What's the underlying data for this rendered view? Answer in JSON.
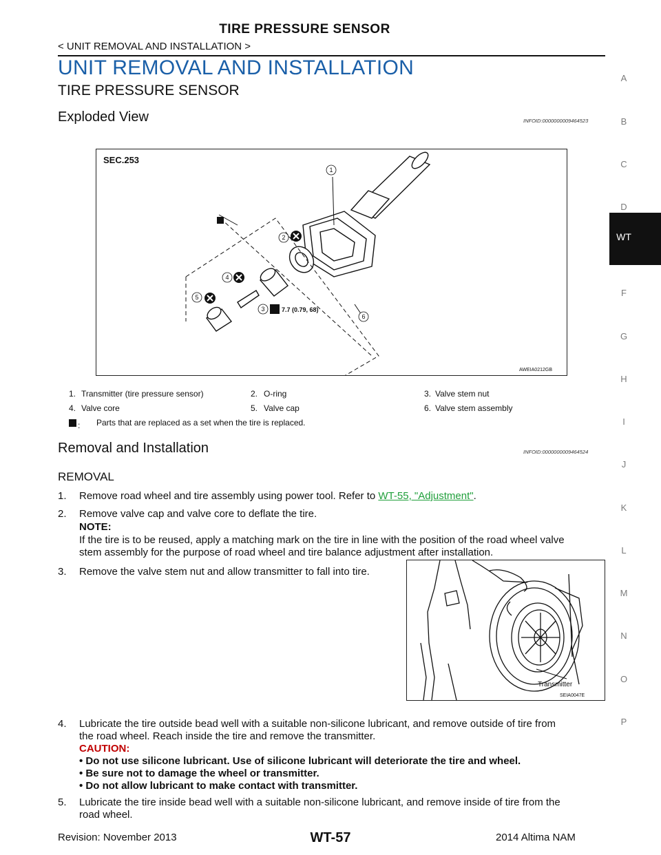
{
  "header": {
    "title": "TIRE PRESSURE SENSOR",
    "breadcrumb": "< UNIT REMOVAL AND INSTALLATION >"
  },
  "section_title": "UNIT REMOVAL AND INSTALLATION",
  "sub_title": "TIRE PRESSURE SENSOR",
  "exploded": {
    "heading": "Exploded View",
    "infoid": "INFOID:0000000009464523",
    "figure": {
      "sec_label": "SEC.253",
      "torque": "7.7 (0.79, 68)",
      "fig_id": "AWEIA0212GB",
      "callouts": [
        "1",
        "2",
        "3",
        "4",
        "5",
        "6"
      ]
    },
    "legend": [
      {
        "num": "1.",
        "text": "Transmitter (tire pressure sensor)"
      },
      {
        "num": "2.",
        "text": "O-ring"
      },
      {
        "num": "3.",
        "text": "Valve stem nut"
      },
      {
        "num": "4.",
        "text": "Valve core"
      },
      {
        "num": "5.",
        "text": "Valve cap"
      },
      {
        "num": "6.",
        "text": "Valve stem assembly"
      }
    ],
    "legend_note": "Parts that are replaced as a set when the tire is replaced."
  },
  "removal": {
    "heading": "Removal and Installation",
    "infoid": "INFOID:0000000009464524",
    "subheading": "REMOVAL",
    "steps": [
      {
        "num": "1.",
        "text": "Remove road wheel and tire assembly using power tool. Refer to ",
        "link": "WT-55, \"Adjustment\"",
        "after": "."
      },
      {
        "num": "2.",
        "text": "Remove valve cap and valve core to deflate the tire.",
        "note_label": "NOTE:",
        "note_line1": "If the tire is to be reused, apply a matching mark on the tire in line with the position of the road wheel valve",
        "note_line2": "stem assembly for the purpose of road wheel and tire balance adjustment after installation."
      },
      {
        "num": "3.",
        "text": "Remove the valve stem nut and allow transmitter to fall into tire."
      },
      {
        "num": "4.",
        "line1": "Lubricate the tire outside bead well with a suitable non-silicone lubricant, and remove outside of tire from",
        "line2": "the road wheel. Reach inside the tire and remove the transmitter.",
        "caution_label": "CAUTION:",
        "cautions": [
          "• Do not use silicone lubricant. Use of silicone lubricant will deteriorate the tire and wheel.",
          "• Be sure not to damage the wheel or transmitter.",
          "• Do not allow lubricant to make contact with transmitter."
        ]
      },
      {
        "num": "5.",
        "line1": "Lubricate the tire inside bead well with a suitable non-silicone lubricant, and remove inside of tire from the",
        "line2": "road wheel."
      }
    ],
    "figure2": {
      "label": "Transmitter",
      "fig_id": "SEIA0047E"
    }
  },
  "side_index": [
    "A",
    "B",
    "C",
    "D",
    "WT",
    "F",
    "G",
    "H",
    "I",
    "J",
    "K",
    "L",
    "M",
    "N",
    "O",
    "P"
  ],
  "footer": {
    "revision": "Revision: November 2013",
    "page": "WT-57",
    "model": "2014 Altima NAM"
  }
}
